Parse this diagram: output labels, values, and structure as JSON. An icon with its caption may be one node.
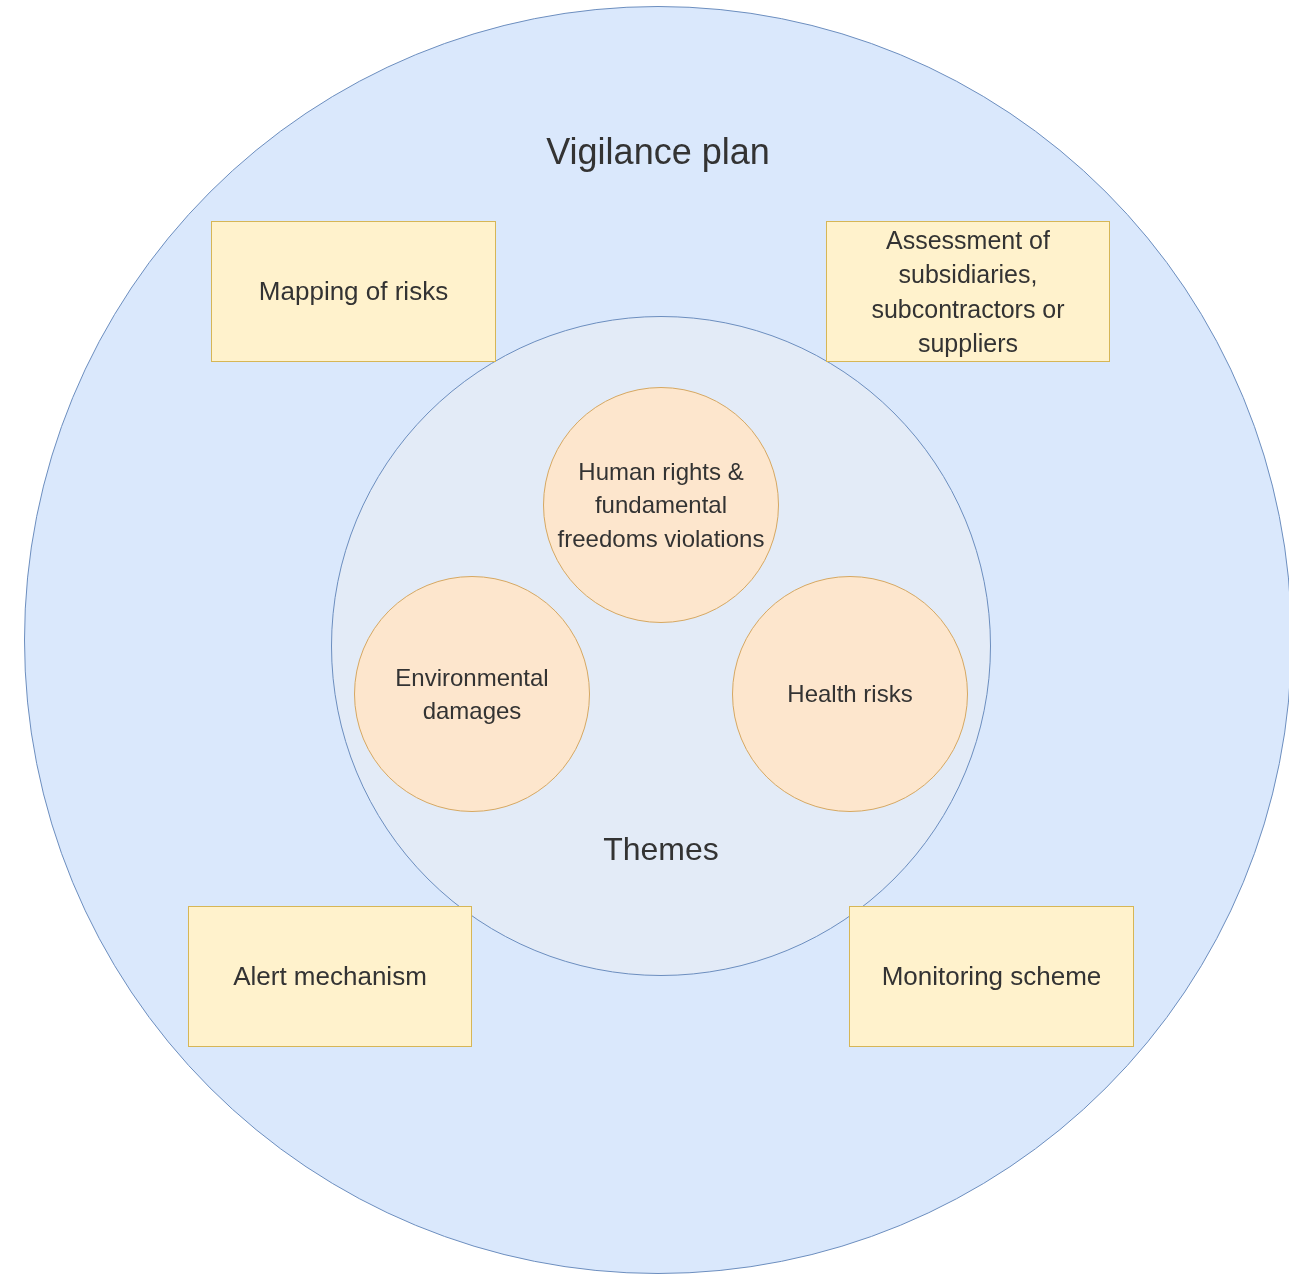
{
  "diagram": {
    "nodes": [
      {
        "text": [
          "Vigilance plan"
        ]
      },
      {
        "text": [
          "Mapping of risks"
        ],
        "in": 0
      },
      {
        "text": [
          "Assessment of subsidiaries, subcontractors or suppliers"
        ],
        "in": 0
      },
      {
        "text": [
          "Themes"
        ],
        "in": 0
      },
      {
        "text": [
          "Human rights & fundamental freedoms violations"
        ],
        "in": 3
      },
      {
        "text": [
          "Environmental damages"
        ],
        "in": 3
      },
      {
        "text": [
          "Health risks"
        ],
        "in": 3
      },
      {
        "text": [
          "Alert mechanism"
        ],
        "in": 0
      },
      {
        "text": [
          "Monitoring scheme"
        ],
        "in": 0
      }
    ],
    "edges": []
  }
}
